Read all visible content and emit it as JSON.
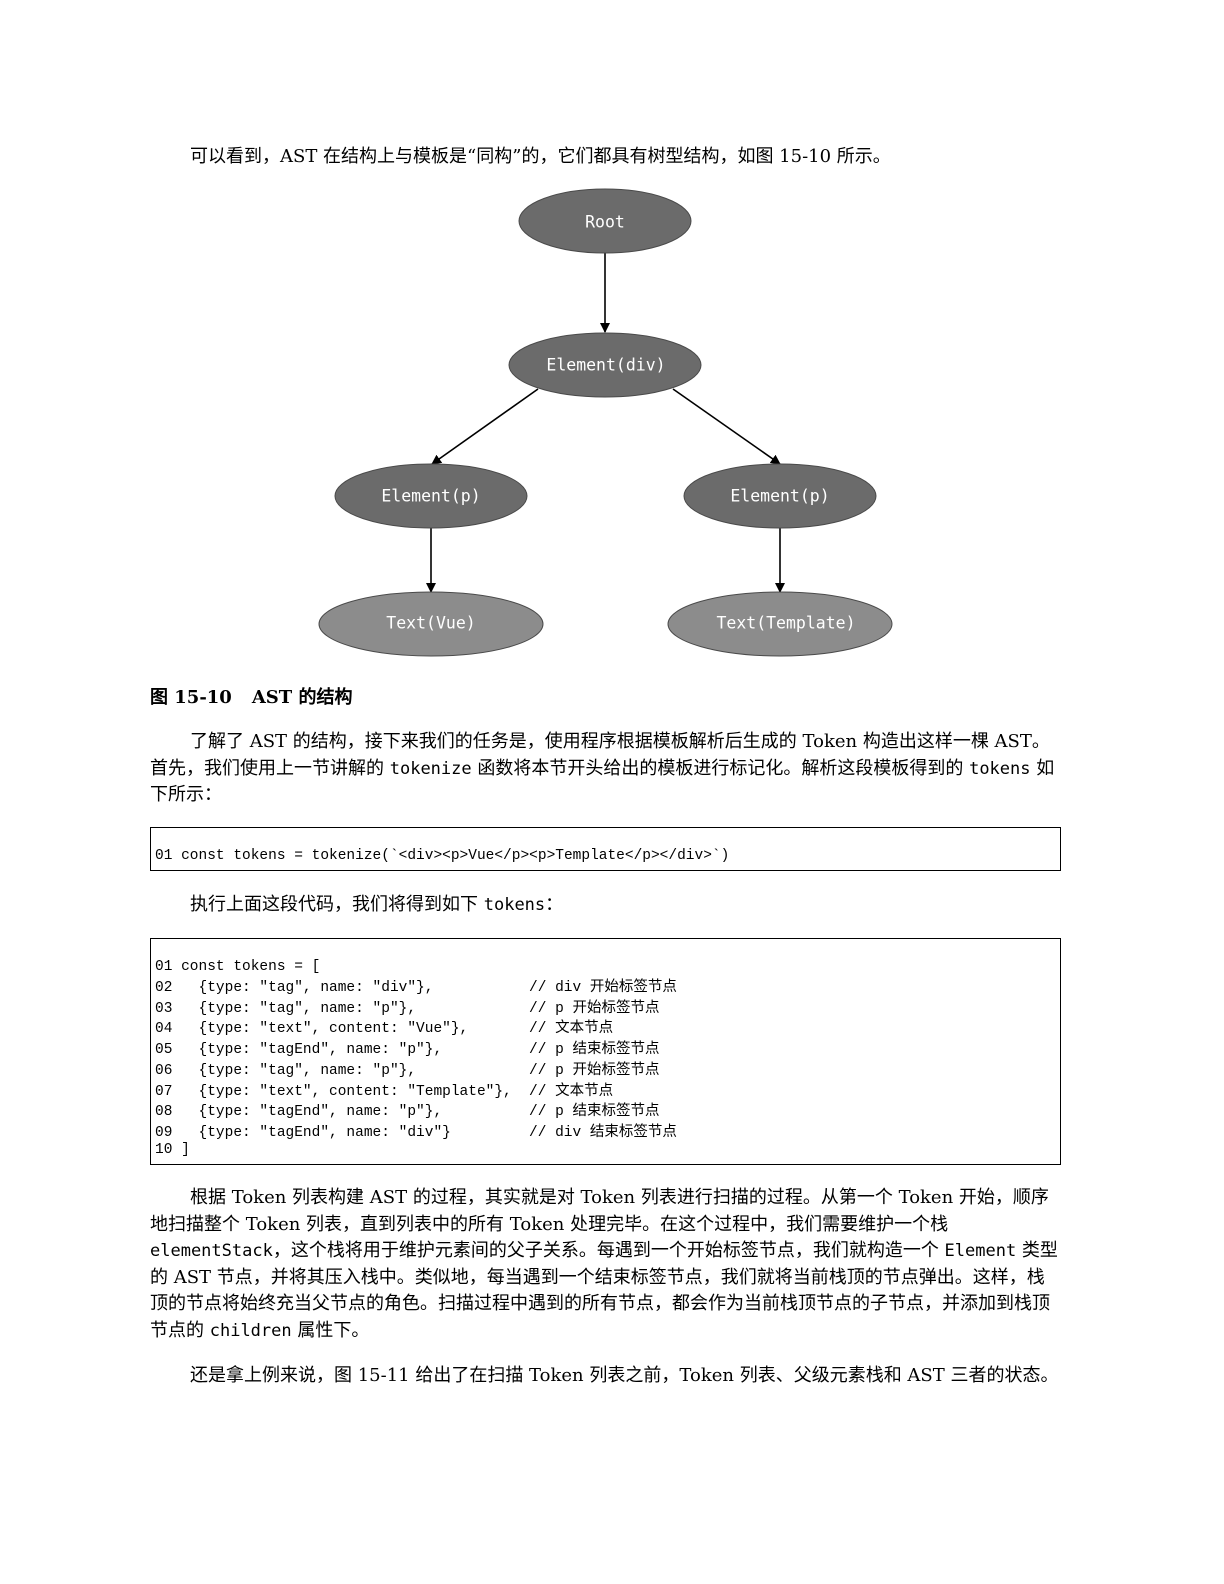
{
  "intro": {
    "text": "可以看到，AST 在结构上与模板是“同构”的，它们都具有树型结构，如图 15-10 所示。"
  },
  "figure": {
    "nodes": {
      "root": "Root",
      "div": "Element(div)",
      "p_left": "Element(p)",
      "p_right": "Element(p)",
      "text_left": "Text(Vue)",
      "text_right": "Text(Template)"
    },
    "colors": {
      "element_fill": "#6b6b6b",
      "text_fill": "#8c8c8c",
      "stroke": "#4a4a4a"
    }
  },
  "caption": {
    "label": "图 15-10",
    "title": "AST 的结构"
  },
  "para1": {
    "t1": "了解了 AST 的结构，接下来我们的任务是，使用程序根据模板解析后生成的 Token 构造出这样一棵 AST。首先，我们使用上一节讲解的 ",
    "code1": "tokenize",
    "t2": " 函数将本节开头给出的模板进行标记化。解析这段模板得到的 ",
    "code2": "tokens",
    "t3": " 如下所示："
  },
  "code1": {
    "lines": [
      "01 const tokens = tokenize(`<div><p>Vue</p><p>Template</p></div>`)"
    ]
  },
  "para2": {
    "t1": "执行上面这段代码，我们将得到如下 ",
    "code1": "tokens",
    "t2": "："
  },
  "code2": {
    "lines": [
      "01 const tokens = [",
      "02   {type: \"tag\", name: \"div\"},",
      "03   {type: \"tag\", name: \"p\"},",
      "04   {type: \"text\", content: \"Vue\"},",
      "05   {type: \"tagEnd\", name: \"p\"},",
      "06   {type: \"tag\", name: \"p\"},",
      "07   {type: \"text\", content: \"Template\"},",
      "08   {type: \"tagEnd\", name: \"p\"},",
      "09   {type: \"tagEnd\", name: \"div\"}",
      "10 ]"
    ],
    "comments": [
      "",
      "// div 开始标签节点",
      "// p 开始标签节点",
      "// 文本节点",
      "// p 结束标签节点",
      "// p 开始标签节点",
      "// 文本节点",
      "// p 结束标签节点",
      "// div 结束标签节点",
      ""
    ]
  },
  "para3": {
    "t1": "根据 Token 列表构建 AST 的过程，其实就是对 Token 列表进行扫描的过程。从第一个 Token 开始，顺序地扫描整个 Token 列表，直到列表中的所有 Token 处理完毕。在这个过程中，我们需要维护一个栈 ",
    "code1": "elementStack",
    "t2": "，这个栈将用于维护元素间的父子关系。每遇到一个开始标签节点，我们就构造一个 ",
    "code2": "Element",
    "t3": " 类型的 AST 节点，并将其压入栈中。类似地，每当遇到一个结束标签节点，我们就将当前栈顶的节点弹出。这样，栈顶的节点将始终充当父节点的角色。扫描过程中遇到的所有节点，都会作为当前栈顶节点的子节点，并添加到栈顶节点的 ",
    "code3": "children",
    "t4": " 属性下。"
  },
  "para4": {
    "text": "还是拿上例来说，图 15-11 给出了在扫描 Token 列表之前，Token 列表、父级元素栈和 AST 三者的状态。"
  }
}
